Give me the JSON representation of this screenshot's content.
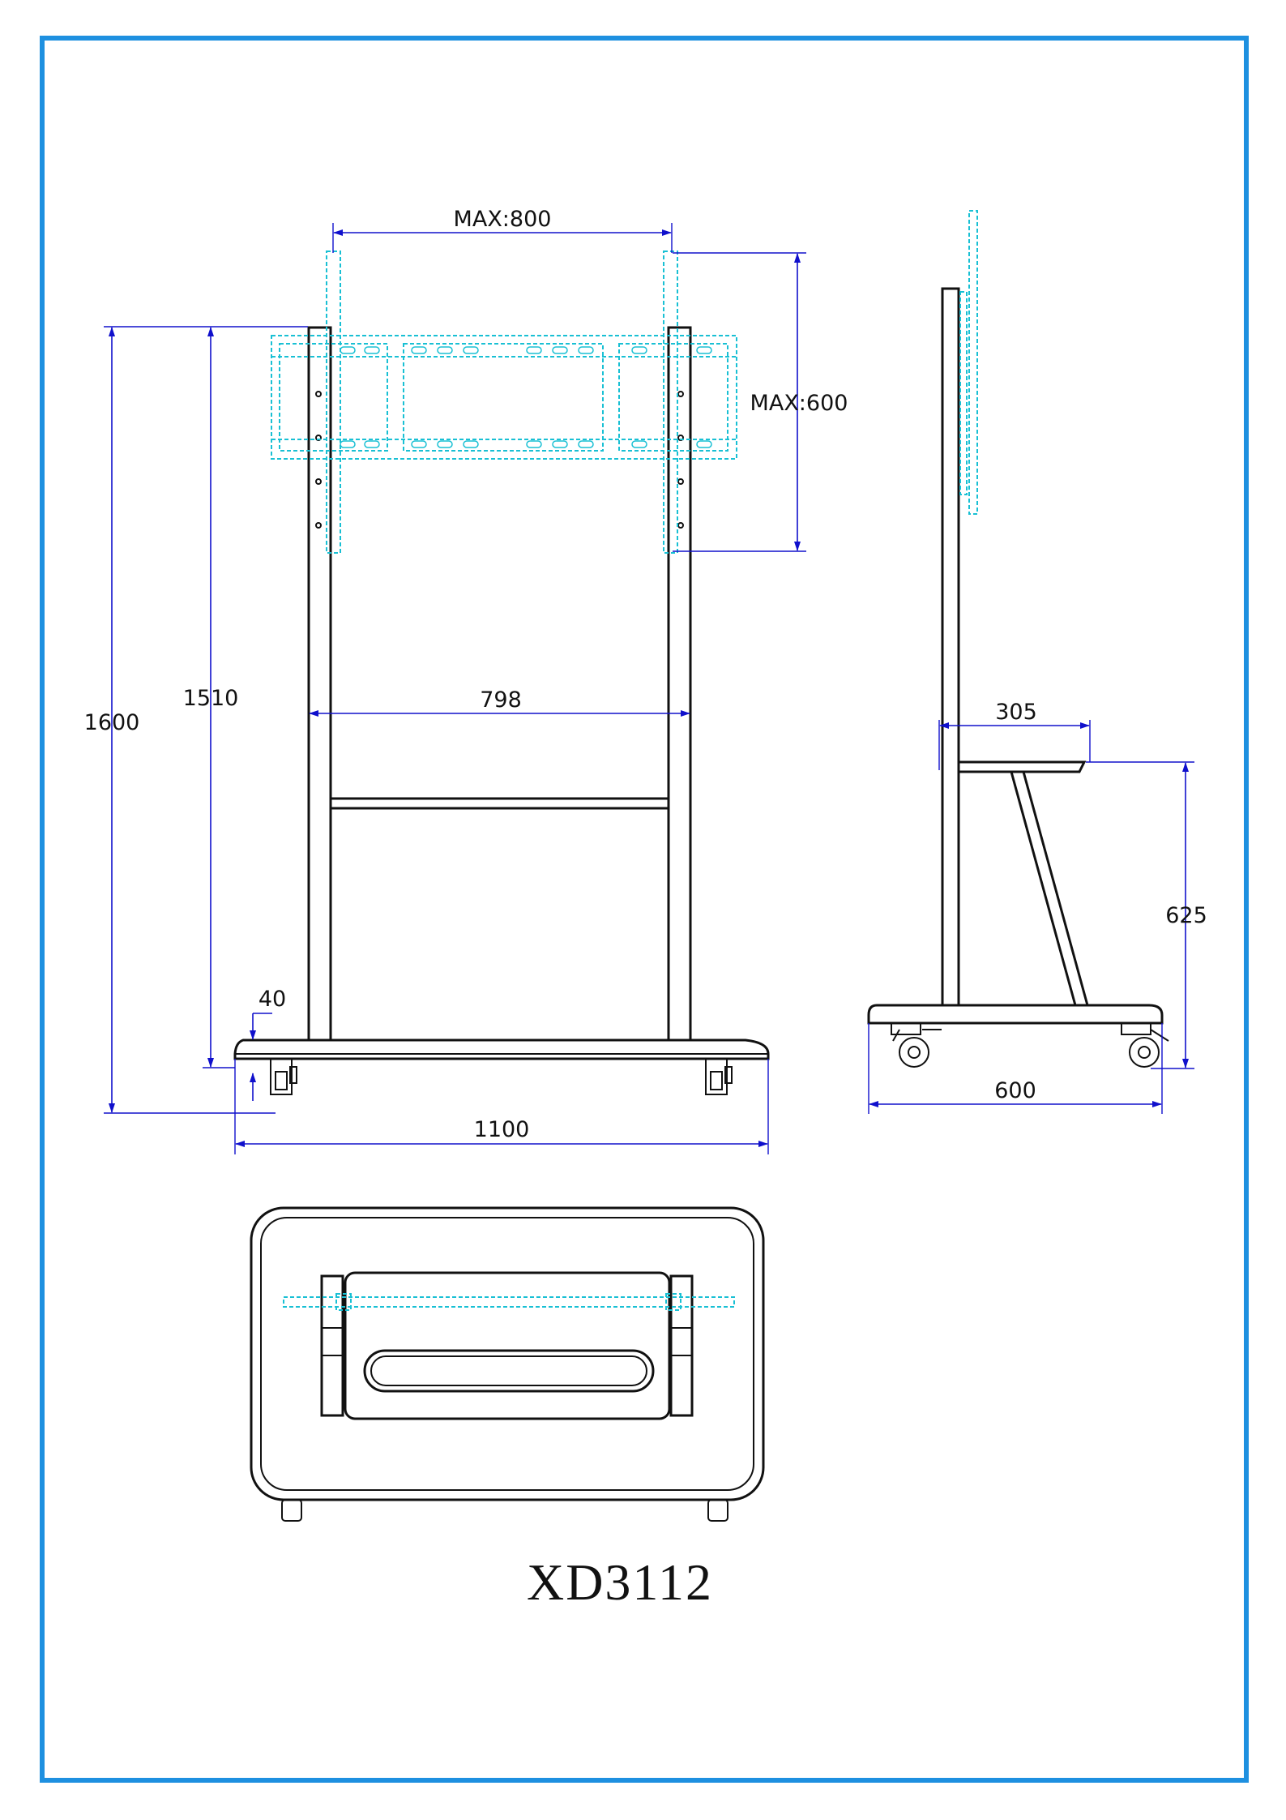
{
  "drawing": {
    "model": "XD3112",
    "colors": {
      "frame": "#1e90e0",
      "structure": "#111111",
      "mount_bracket": "#19c0d4",
      "dimension": "#1010cc"
    },
    "front_view": {
      "mount_width_label": "MAX:800",
      "mount_height_label": "MAX:600",
      "total_height_label": "1600",
      "column_height_label": "1510",
      "column_spacing_label": "798",
      "base_thickness_label": "40",
      "base_width_label": "1100"
    },
    "side_view": {
      "shelf_depth_label": "305",
      "shelf_height_label": "625",
      "base_depth_label": "600"
    }
  }
}
